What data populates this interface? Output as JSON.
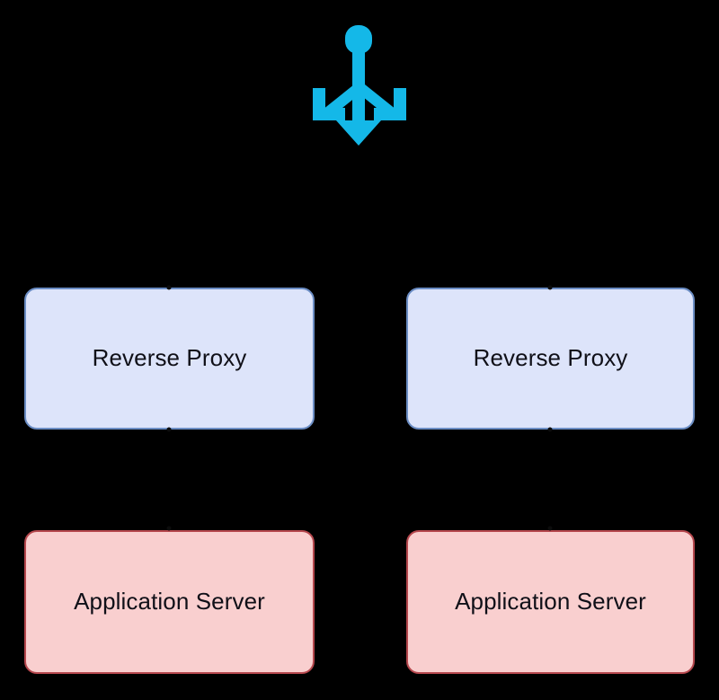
{
  "diagram": {
    "background_color": "#000000",
    "title": "",
    "icon": {
      "name": "load-balancer-icon",
      "color": "#14b8e8",
      "description": "load balancer distributing traffic to three downward arrows"
    },
    "palette": {
      "proxy_fill": "#dde4fa",
      "proxy_border": "#6b8dc4",
      "appserver_fill": "#f9cfcf",
      "appserver_border": "#b5474d",
      "label_color": "#101018",
      "anchor_color": "#0c0c0c"
    },
    "rows": [
      {
        "row_name": "reverse-proxy-tier",
        "nodes": [
          {
            "id": "proxy-left",
            "label": "Reverse Proxy"
          },
          {
            "id": "proxy-right",
            "label": "Reverse Proxy"
          }
        ]
      },
      {
        "row_name": "application-server-tier",
        "nodes": [
          {
            "id": "app-left",
            "label": "Application Server"
          },
          {
            "id": "app-right",
            "label": "Application Server"
          }
        ]
      }
    ],
    "edges": [
      {
        "from": "load-balancer",
        "to": "proxy-left"
      },
      {
        "from": "load-balancer",
        "to": "proxy-right"
      },
      {
        "from": "proxy-left",
        "to": "app-left"
      },
      {
        "from": "proxy-right",
        "to": "app-right"
      }
    ]
  }
}
